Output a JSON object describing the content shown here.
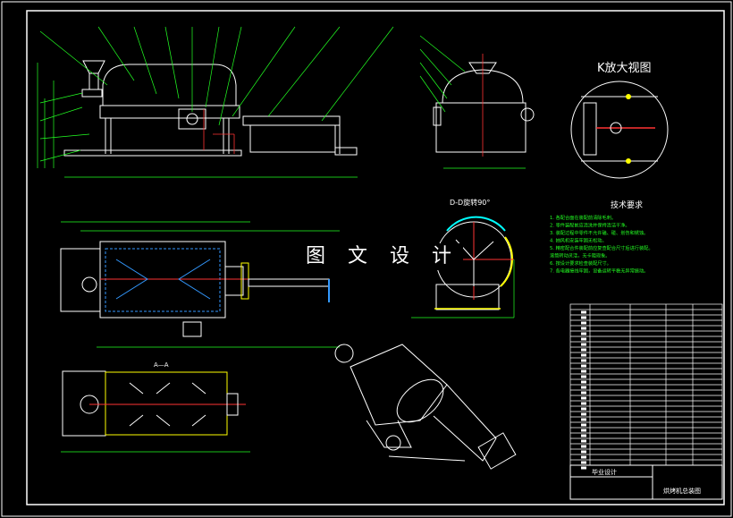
{
  "drawing": {
    "watermark": "图 文 设 计",
    "detail_view_title": "K放大视图",
    "section_view_title": "D-D旋转90°",
    "section_aa_label": "A—A",
    "tech_req_title": "技术要求",
    "tech_requirements": [
      "1. 各配合面在装配前清除毛刺。",
      "2. 零件装配前应清洗并保持清洁干净。",
      "3. 装配过程中零件不允许磕、碰、划伤和锈蚀。",
      "4. 抽风机安装牢固无松动。",
      "5. 精密配合件装配前应复查配合尺寸后进行装配。",
      "   滚筒转动灵活，无卡阻现象。",
      "6. 按设计要求检查装配尺寸。",
      "7. 各电器接线牢固，设备运转平稳无异常振动。"
    ],
    "title_block": {
      "school": "毕业设计",
      "drawing_name": "烘烤机总装图"
    }
  },
  "colors": {
    "background": "#000000",
    "outline": "#ffffff",
    "leader": "#22ff22",
    "centerline": "#ff3333",
    "hidden": "#3399ff",
    "accent": "#ffff00",
    "cyan": "#00ffff",
    "magenta": "#ff33ff"
  }
}
